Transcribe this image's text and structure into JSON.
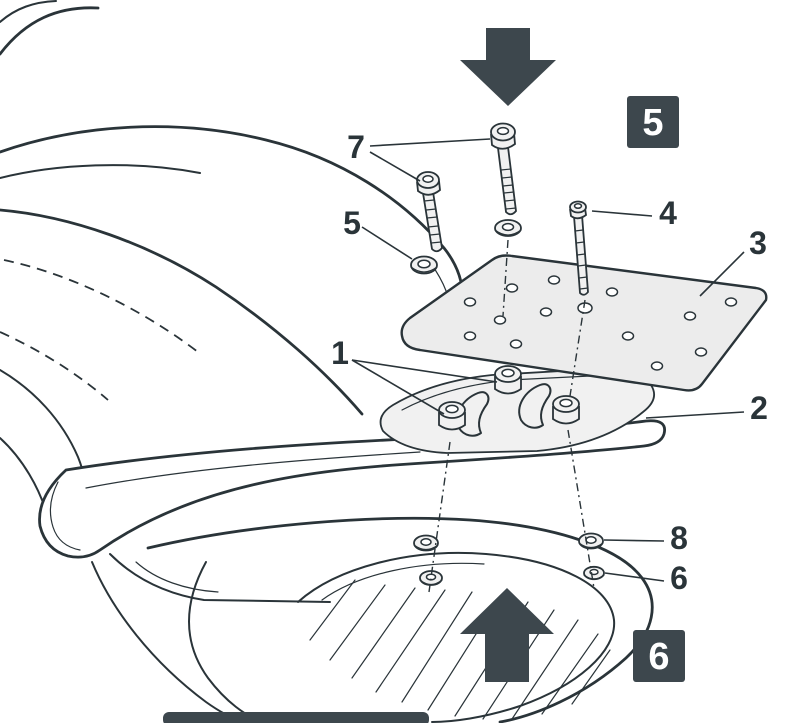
{
  "figure": {
    "background": "#ffffff",
    "line_color": "#2a3439",
    "accent_dark": "#3d474d",
    "plate_fill": "#ececec",
    "metal_fill": "#f1f1f1",
    "badge_text": "#ffffff"
  },
  "badges": {
    "step_top": "5",
    "step_bottom": "6"
  },
  "arrows": {
    "top": "arrow-down-icon",
    "bottom": "arrow-up-icon"
  },
  "callouts": [
    {
      "id": "part-7",
      "label": "7"
    },
    {
      "id": "part-5",
      "label": "5"
    },
    {
      "id": "part-4",
      "label": "4"
    },
    {
      "id": "part-3",
      "label": "3"
    },
    {
      "id": "part-1",
      "label": "1"
    },
    {
      "id": "part-2",
      "label": "2"
    },
    {
      "id": "part-8",
      "label": "8"
    },
    {
      "id": "part-6",
      "label": "6"
    }
  ]
}
